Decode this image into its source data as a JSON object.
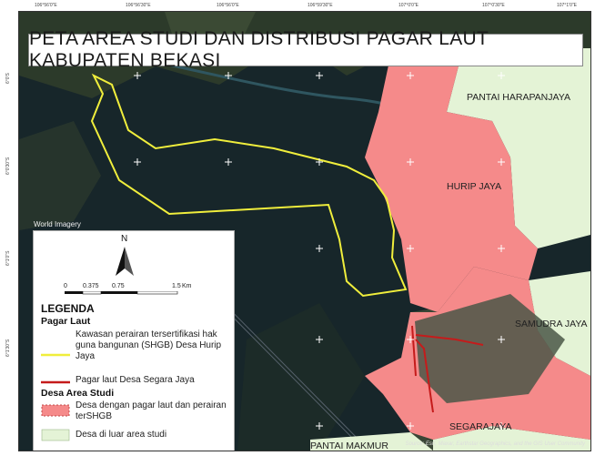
{
  "title": "PETA AREA STUDI DAN DISTRIBUSI PAGAR LAUT KABUPATEN BEKASI",
  "basemap_label": "World Imagery",
  "credit": "Source: Esri, Maxar, Earthstar Geographics, and the GIS User Community",
  "top_ticks": [
    "106°56'0\"E",
    "106°56'30\"E",
    "106°56'0\"E",
    "106°59'30\"E",
    "107°0'0\"E",
    "107°0'30\"E",
    "107°1'0\"E"
  ],
  "left_ticks": [
    "6°0'S",
    "6°0'30\"S",
    "6°1'0\"S",
    "6°1'30\"S"
  ],
  "place_labels": {
    "pantai_harapanjaya": "PANTAI HARAPANJAYA",
    "hurip_jaya": "HURIP JAYA",
    "samudra_jaya": "SAMUDRA JAYA",
    "segarajaya": "SEGARAJAYA",
    "pantai_makmur": "PANTAI MAKMUR"
  },
  "legend": {
    "north": "N",
    "scale": {
      "labels": [
        "0",
        "0.375",
        "0.75",
        "1.5"
      ],
      "unit": "Km"
    },
    "title": "LEGENDA",
    "group1": "Pagar Laut",
    "item_shgb": "Kawasan perairan tersertifikasi hak guna bangunan (SHGB) Desa Hurip Jaya",
    "item_fence": "Pagar laut Desa Segara Jaya",
    "group2": "Desa Area Studi",
    "item_desa": "Desa dengan pagar laut dan perairan terSHGB",
    "item_luar": "Desa di luar area studi"
  },
  "colors": {
    "desa_study": "#f58a8a",
    "desa_outside": "#e4f3d6",
    "shgb_line": "#f0ee3c",
    "fence_line": "#c51b1b",
    "water": "#1a2b2a"
  }
}
